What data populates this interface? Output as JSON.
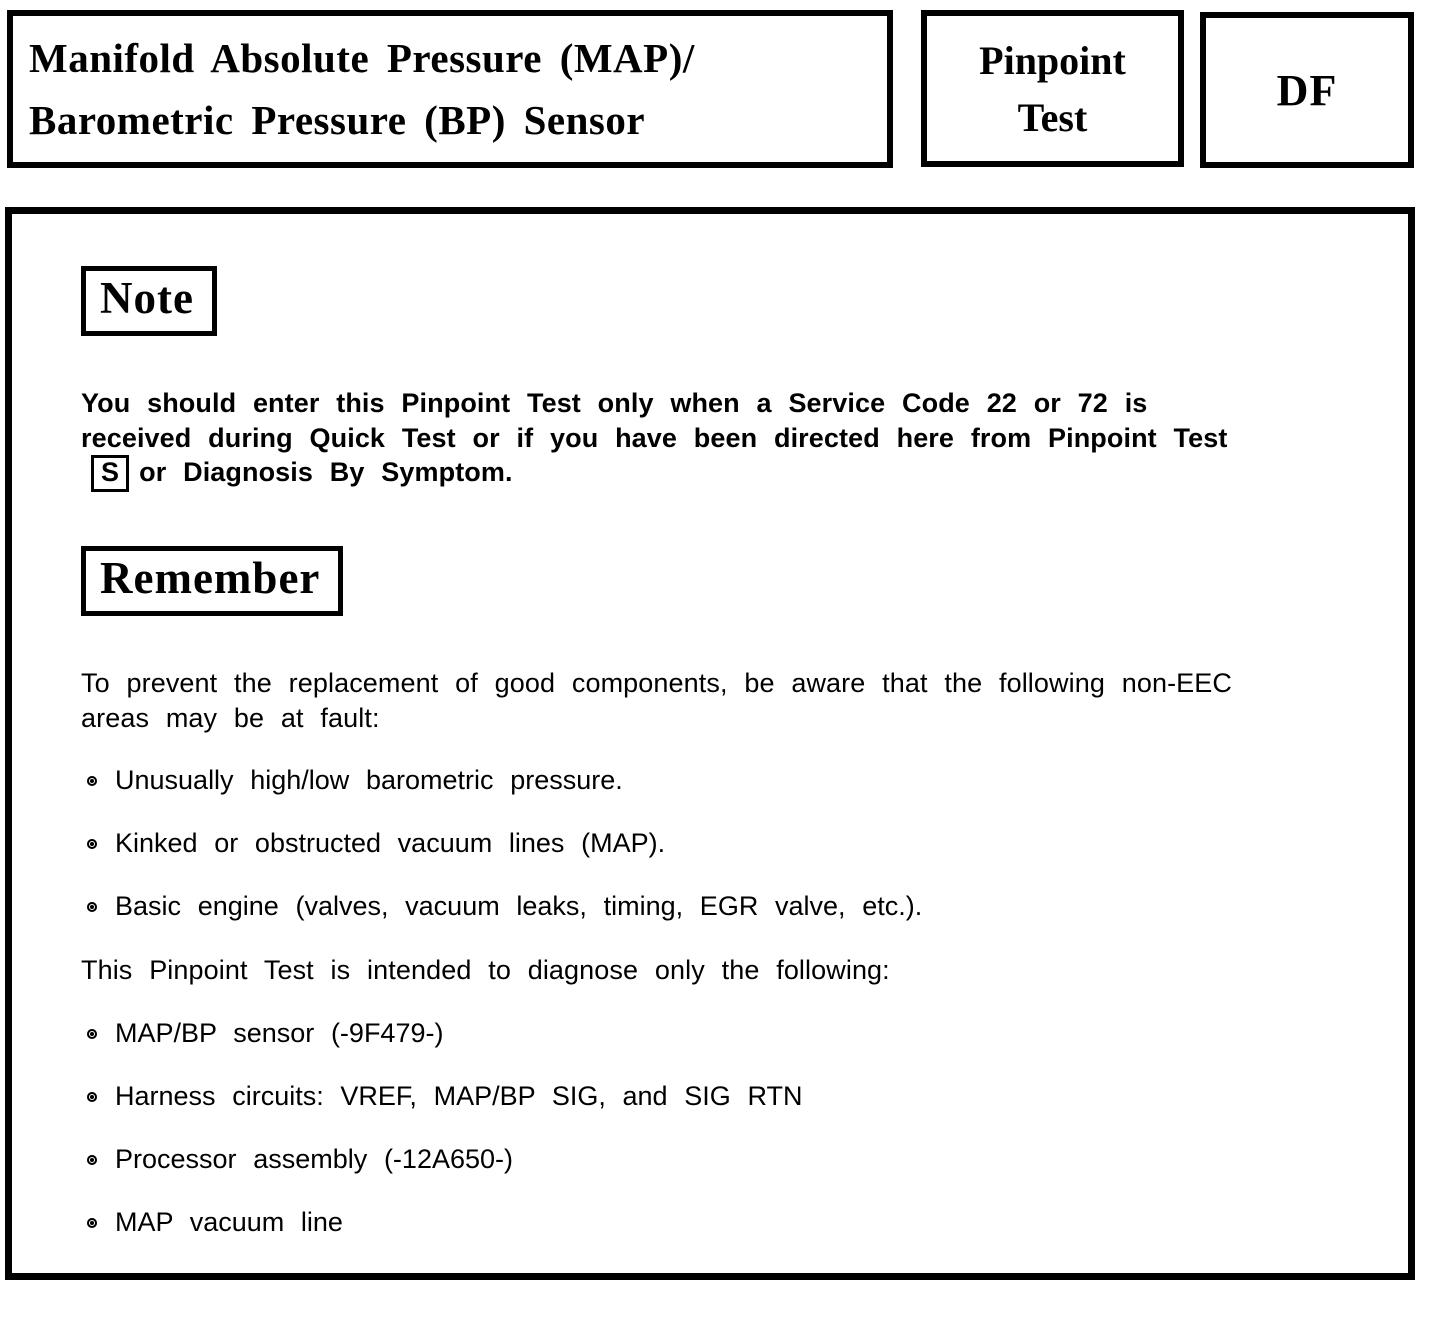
{
  "header": {
    "title_lines": [
      "Manifold Absolute Pressure (MAP)/",
      "Barometric Pressure (BP) Sensor"
    ],
    "pinpoint_lines": [
      "Pinpoint",
      "Test"
    ],
    "code": "DF"
  },
  "note": {
    "label": "Note",
    "text_before": "You should enter this Pinpoint Test only when a Service Code 22 or 72 is received during Quick Test or if you have been directed here from Pinpoint Test",
    "boxed_letter": "S",
    "text_after": "or Diagnosis By Symptom."
  },
  "remember": {
    "label": "Remember",
    "intro": "To prevent the replacement of good components, be aware that the following non-EEC areas may be at fault:",
    "fault_items": [
      "Unusually high/low barometric pressure.",
      "Kinked or obstructed vacuum lines (MAP).",
      "Basic engine (valves, vacuum leaks, timing, EGR valve, etc.)."
    ],
    "diagnose_intro": "This Pinpoint Test is intended to diagnose only the following:",
    "diagnose_items": [
      "MAP/BP sensor (-9F479-)",
      "Harness circuits: VREF, MAP/BP SIG, and SIG RTN",
      "Processor assembly (-12A650-)",
      "MAP vacuum line"
    ]
  },
  "colors": {
    "ink": "#000000",
    "paper": "#ffffff"
  }
}
